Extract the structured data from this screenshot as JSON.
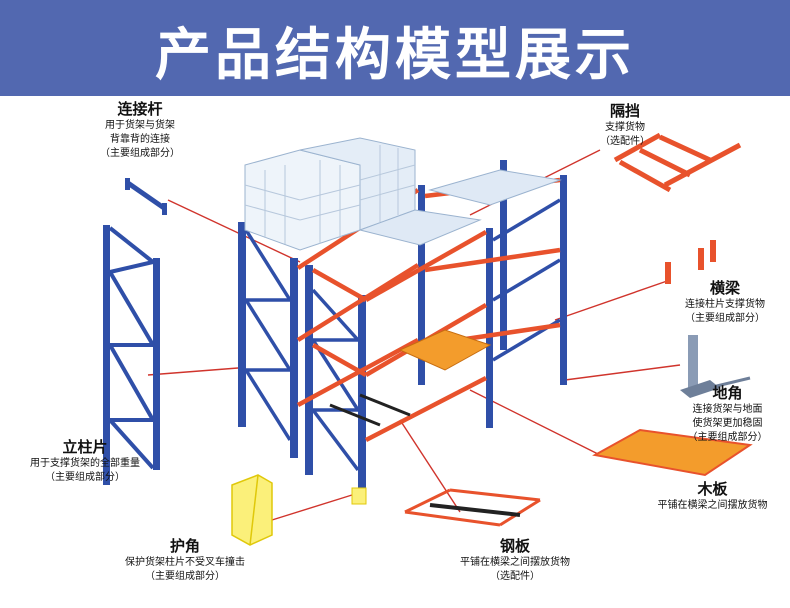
{
  "header": {
    "title": "产品结构模型展示"
  },
  "parts": {
    "connector": {
      "name": "连接杆",
      "desc": [
        "用于货架与货架",
        "背靠背的连接",
        "（主要组成部分）"
      ]
    },
    "upright": {
      "name": "立柱片",
      "desc": [
        "用于支撑货架的全部重量",
        "（主要组成部分）"
      ]
    },
    "guard": {
      "name": "护角",
      "desc": [
        "保护货架柱片不受叉车撞击",
        "（主要组成部分）"
      ]
    },
    "divider": {
      "name": "隔挡",
      "desc": [
        "支撑货物",
        "（选配件）"
      ]
    },
    "beam": {
      "name": "横梁",
      "desc": [
        "连接柱片支撑货物",
        "（主要组成部分）"
      ]
    },
    "baseplate": {
      "name": "地角",
      "desc": [
        "连接货架与地面",
        "使货架更加稳固",
        "（主要组成部分）"
      ]
    },
    "woodboard": {
      "name": "木板",
      "desc": [
        "平铺在横梁之间摆放货物"
      ]
    },
    "steelpanel": {
      "name": "钢板",
      "desc": [
        "平铺在横梁之间摆放货物",
        "（选配件）"
      ]
    }
  },
  "colors": {
    "banner": "#5268b0",
    "upright": "#2f4fa8",
    "beam": "#e8522c",
    "board": "#f39c2c",
    "guard": "#f5e63a",
    "leader": "#d0342c"
  }
}
